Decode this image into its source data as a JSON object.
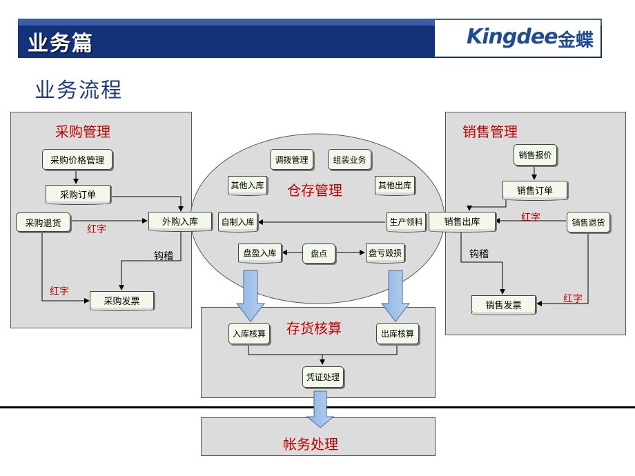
{
  "header": {
    "title": "业务篇",
    "logo_text": "Kingdee",
    "logo_cn": "金蝶",
    "bg_color": "#14327a"
  },
  "page_title": "业务流程",
  "purchase": {
    "title": "采购管理",
    "price_mgmt": "采购价格管理",
    "order": "采购订单",
    "return": "采购退货",
    "inbound": "外购入库",
    "invoice": "采购发票",
    "red_label_1": "红字",
    "red_label_2": "红字",
    "hook_label": "钩稽"
  },
  "warehouse": {
    "title": "仓存管理",
    "transfer": "调拨管理",
    "assembly": "组装业务",
    "other_in": "其他入库",
    "other_out": "其他出库",
    "self_made_in": "自制入库",
    "production_pick": "生产领料",
    "surplus_in": "盘盈入库",
    "count": "盘点",
    "loss": "盘亏毁损"
  },
  "sales": {
    "title": "销售管理",
    "quote": "销售报价",
    "order": "销售订单",
    "outbound": "销售出库",
    "return": "销售退货",
    "invoice": "销售发票",
    "red_label_1": "红字",
    "red_label_2": "红字",
    "hook_label": "钩稽"
  },
  "inventory": {
    "title": "存货核算",
    "in_calc": "入库核算",
    "out_calc": "出库核算",
    "voucher": "凭证处理"
  },
  "finance": {
    "title": "帐务处理"
  }
}
